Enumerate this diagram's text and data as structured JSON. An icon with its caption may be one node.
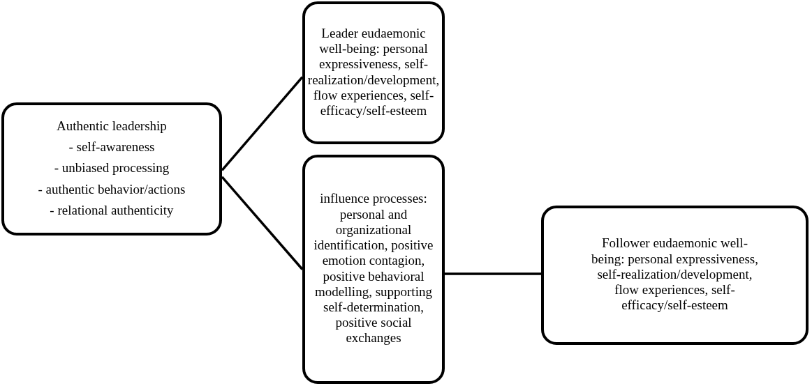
{
  "diagram": {
    "nodes": [
      {
        "text": [
          "Authentic leadership",
          "- self-awareness",
          "- unbiased processing",
          "- authentic behavior/actions",
          "- relational authenticity"
        ]
      },
      {
        "text": [
          "Leader eudaemonic well-being: personal expressiveness, self-realization/development, flow experiences, self-efficacy/self-esteem"
        ]
      },
      {
        "text": [
          "influence processes: personal and organizational identification, positive emotion contagion, positive behavioral modelling, supporting self-determination, positive social exchanges"
        ]
      },
      {
        "text": [
          "Follower eudaemonic well-being: personal expressiveness, self-realization/development, flow experiences, self-efficacy/self-esteem"
        ]
      }
    ],
    "edges": [
      {
        "from": 0,
        "to": 1,
        "arrow": "none"
      },
      {
        "from": 0,
        "to": 2,
        "arrow": "none"
      },
      {
        "from": 2,
        "to": 3,
        "arrow": "none"
      }
    ]
  }
}
